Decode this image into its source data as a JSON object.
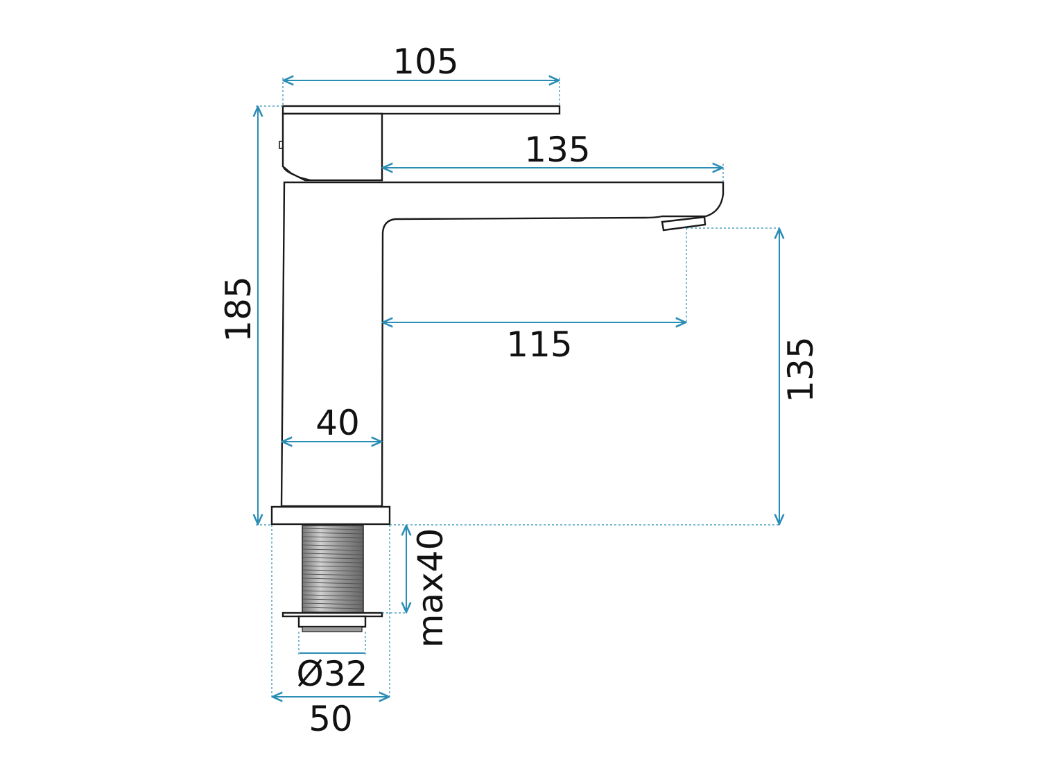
{
  "dimensions": {
    "lever_length": "105",
    "spout_reach": "135",
    "total_height": "185",
    "outlet_reach": "115",
    "outlet_height": "135",
    "body_width": "40",
    "max_thickness": "max40",
    "thread_diameter": "Ø32",
    "base_width": "50"
  },
  "colors": {
    "dimension_lines": "#2a8db5",
    "outline": "#1a1a1a",
    "thread": "#555555"
  }
}
